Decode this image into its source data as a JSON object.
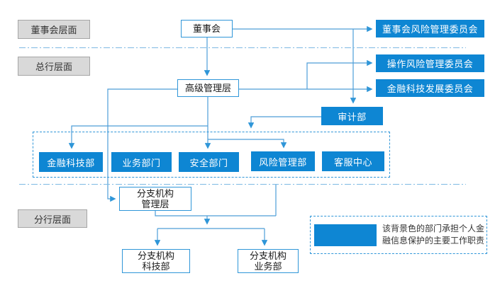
{
  "diagram": {
    "levels": [
      {
        "label": "董事会层面"
      },
      {
        "label": "总行层面"
      },
      {
        "label": "分行层面"
      }
    ],
    "nodes": {
      "board": "董事会",
      "senior_management": "高级管理层",
      "board_risk_committee": "董事会风险管理委员会",
      "operational_risk_committee": "操作风险管理委员会",
      "fintech_development_committee": "金融科技发展委员会",
      "audit_dept": "审计部",
      "fintech_dept": "金融科技部",
      "business_dept": "业务部门",
      "security_dept": "安全部门",
      "risk_management_dept": "风险管理部",
      "customer_service_center": "客服中心",
      "branch_management": "分支机构\n管理层",
      "branch_tech_dept": "分支机构\n科技部",
      "branch_business_dept": "分支机构\n业务部"
    },
    "legend": {
      "note": "该背景色的部门承担个人金\n融信息保护的主要工作职责",
      "swatch_color": "#0e86d3"
    },
    "colors": {
      "highlight_fill": "#0e86d3",
      "box_border_blue": "#2f96d8",
      "connector_blue": "#4d9ed8",
      "divider_blue": "#7db9e3",
      "level_label_fill": "#d9d9d9",
      "level_label_border": "#a6a6a6"
    }
  }
}
